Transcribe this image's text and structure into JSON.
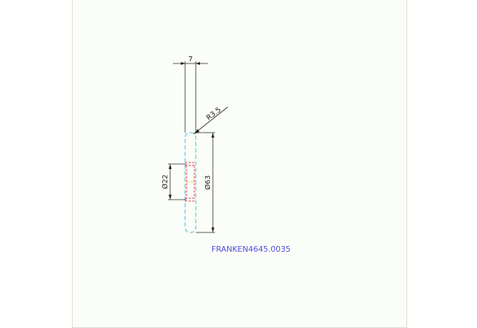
{
  "drawing": {
    "dimensions": {
      "width": "7",
      "radius": "R3.5",
      "inner_diameter": "Ø22",
      "outer_diameter": "Ø63"
    },
    "part_label": "FRANKEN4645.0035"
  },
  "colors": {
    "sheet": "#fbfdf9",
    "dimension_lines": "#1a1a1a",
    "outline": "#33bbdd",
    "hidden_lines": "#e03030",
    "center_line": "#e0c020",
    "label": "#4a4adf"
  }
}
